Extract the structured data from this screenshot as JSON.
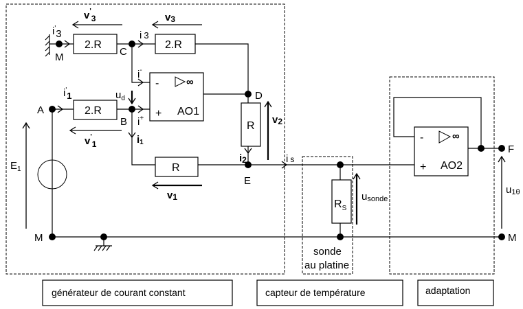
{
  "diagram": {
    "title": "",
    "blocks": [
      {
        "id": "generator",
        "caption": "générateur de courant constant"
      },
      {
        "id": "sensor",
        "caption": "capteur de température",
        "inner_label_line1": "sonde",
        "inner_label_line2": "au platine"
      },
      {
        "id": "adaptation",
        "caption": "adaptation"
      }
    ],
    "components": {
      "r_top_left": "2.R",
      "r_top_right": "2.R",
      "r_mid_left": "2.R",
      "r_vertical": "R",
      "r_bottom": "R",
      "r_sensor": "R",
      "r_sensor_sub": "S",
      "opamp1_name": "AO1",
      "opamp2_name": "AO2",
      "opamp_minus": "-",
      "opamp_plus": "+",
      "opamp_gain": "∞"
    },
    "nodes": {
      "A": "A",
      "B": "B",
      "C": "C",
      "D": "D",
      "E": "E",
      "F": "F",
      "M_top": "M",
      "M_left": "M",
      "M_right": "M"
    },
    "labels": {
      "i3p": "i",
      "i3p_sup": "'",
      "i3p_sub": "3",
      "i3": "i",
      "i3_sub": "3",
      "v3p": "v",
      "v3p_sup": "'",
      "v3p_sub": "3",
      "v3": "v",
      "v3_sub": "3",
      "i_minus": "i",
      "i_minus_sup": "-",
      "i_plus": "i",
      "i_plus_sup": "+",
      "ud": "u",
      "ud_sub": "d",
      "i1p": "i",
      "i1p_sup": "'",
      "i1p_sub": "1",
      "v1p": "v",
      "v1p_sup": "'",
      "v1p_sub": "1",
      "i1": "i",
      "i1_sub": "1",
      "v1": "v",
      "v1_sub": "1",
      "v2": "v",
      "v2_sub": "2",
      "i2": "i",
      "i2_sub": "2",
      "is": "i",
      "is_sub": "s",
      "E1": "E",
      "E1_sub": "1",
      "usonde": "u",
      "usonde_sub": "sonde",
      "u1theta": "u",
      "u1theta_sub": "1θ"
    },
    "icons": [
      "ground-icon",
      "voltage-source-icon",
      "opamp-triangle-icon"
    ]
  }
}
